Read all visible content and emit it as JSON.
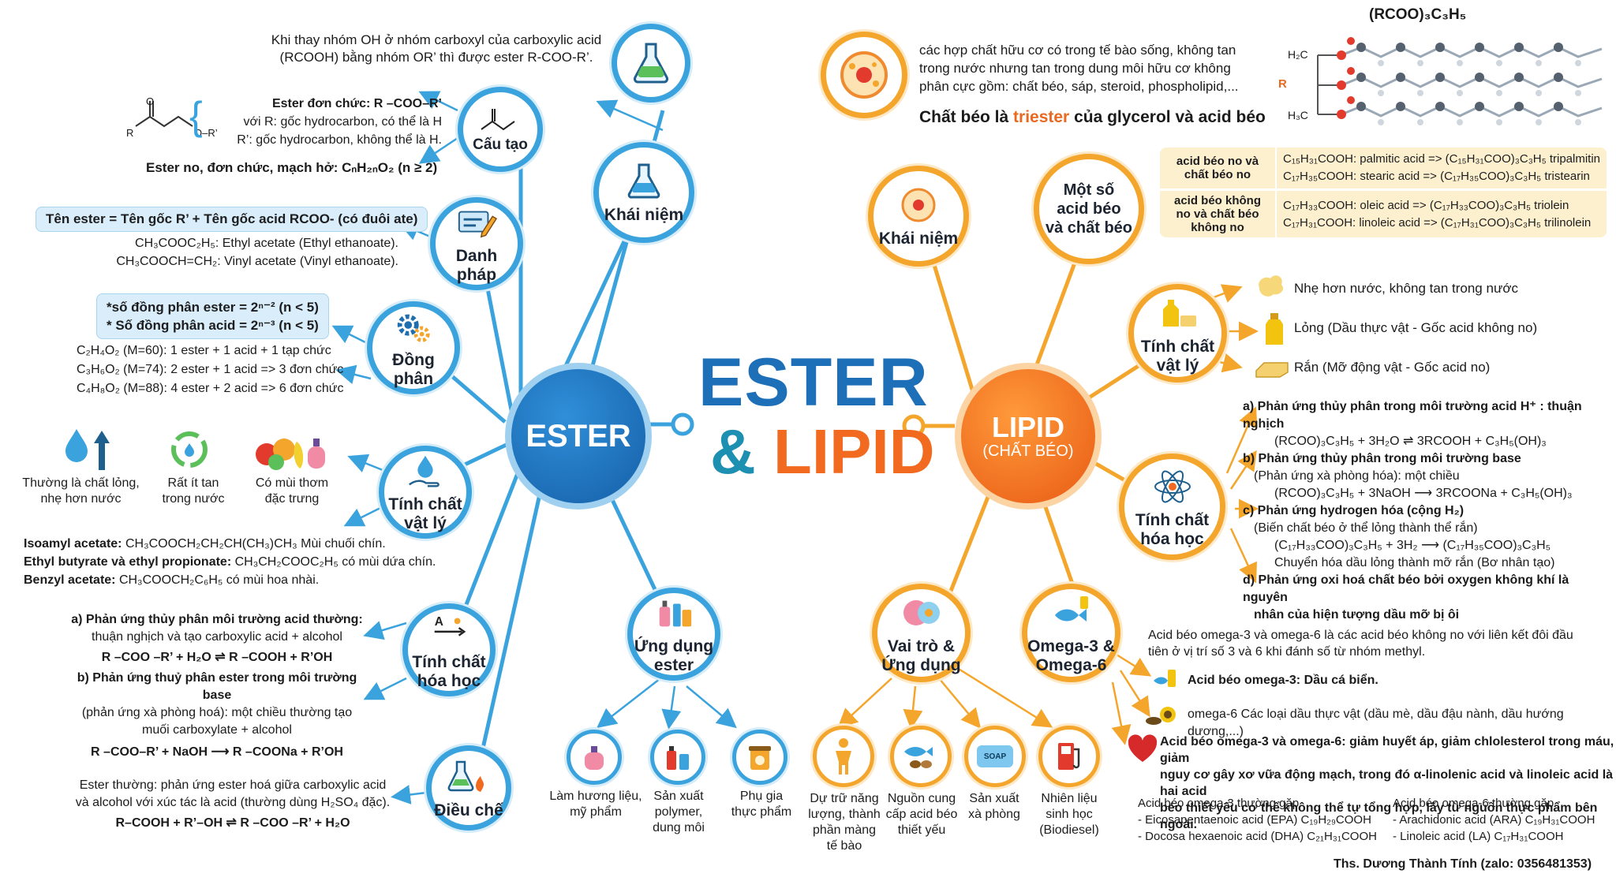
{
  "title": {
    "line1": "ESTER",
    "line2_amp": "&",
    "line2": "LIPID"
  },
  "ester_center": "ESTER",
  "lipid_center": {
    "line1": "LIPID",
    "line2": "(CHẤT BÉO)"
  },
  "ester": {
    "khai_niem": {
      "label": "Khái niệm",
      "text": "Khi thay nhóm OH ở nhóm carboxyl của carboxylic acid (RCOOH) bằng nhóm OR’ thì được ester R-COO-R’."
    },
    "cau_tao": {
      "label": "Cấu tạo",
      "don_chuc": "Ester đơn chức: R –COO–R’",
      "voi_r": "với R: gốc hydrocarbon, có thể là H",
      "r_phay": "R’: gốc hydrocarbon, không thể là H.",
      "no_don_chuc": "Ester no, đơn chức, mạch hở: CₙH₂ₙO₂ (n ≥ 2)",
      "struct_r": "R",
      "struct_o": "O",
      "struct_or": "O–R’"
    },
    "danh_phap": {
      "label": "Danh pháp",
      "rule": "Tên ester = Tên gốc R’ + Tên gốc acid RCOO- (có đuôi ate)",
      "ex1": "CH₃COOC₂H₅: Ethyl acetate (Ethyl ethanoate).",
      "ex2": "CH₃COOCH=CH₂: Vinyl acetate (Vinyl ethanoate)."
    },
    "dong_phan": {
      "label": "Đồng phân",
      "rule1": "*số đồng phân ester = 2ⁿ⁻² (n < 5)",
      "rule2": "* Số đồng phân acid = 2ⁿ⁻³ (n < 5)",
      "ex1": "C₂H₄O₂ (M=60): 1 ester + 1 acid + 1 tạp chức",
      "ex2": "C₃H₆O₂ (M=74): 2 ester + 1 acid => 3 đơn chức",
      "ex3": "C₄H₈O₂ (M=88): 4 ester + 2 acid => 6 đơn chức"
    },
    "vat_ly": {
      "label": "Tính chất\nvật lý",
      "p1": "Thường là chất lỏng,\nnhẹ hơn nước",
      "p2": "Rất ít tan\ntrong nước",
      "p3": "Có mùi thơm\nđặc trưng",
      "isoamyl_name": "Isoamyl acetate:",
      "isoamyl": " CH₃COOCH₂CH₂CH(CH₃)CH₃ Mùi chuối chín.",
      "ethyl_name": "Ethyl butyrate và ethyl propionate:",
      "ethyl": " CH₃CH₂COOC₂H₅ có mùi dứa chín.",
      "benzyl_name": "Benzyl acetate:",
      "benzyl": " CH₃COOCH₂C₆H₅ có mùi hoa nhài."
    },
    "hoa_hoc": {
      "label": "Tính chất\nhóa học",
      "a1": "a) Phản ứng thủy phân môi trường acid thường:",
      "a2": "thuận nghịch và tạo carboxylic acid + alcohol",
      "a3": "R –COO –R’ + H₂O ⇌ R –COOH + R’OH",
      "b1": "b) Phản ứng thuỷ phân ester trong môi trường base",
      "b2": "(phản ứng xà phòng hoá): một chiều thường tạo",
      "b3": "muối carboxylate + alcohol",
      "b4": "R –COO–R’ + NaOH ⟶ R –COONa + R’OH"
    },
    "dieu_che": {
      "label": "Điều chế",
      "t1": "Ester thường: phản ứng ester hoá giữa carboxylic acid",
      "t2": "và alcohol với xúc tác là acid (thường dùng H₂SO₄ đặc).",
      "t3": "R–COOH + R’–OH ⇌ R –COO –R’ + H₂O"
    },
    "ung_dung": {
      "label": "Ứng dụng\nester",
      "a1": "Làm hương liệu,\nmỹ phẩm",
      "a2": "Sản xuất\npolymer,\ndung môi",
      "a3": "Phụ gia\nthực phẩm"
    }
  },
  "lipid": {
    "khai_niem": {
      "label": "Khái niệm",
      "t1": "các hợp chất hữu cơ có trong tế bào sống, không tan",
      "t2": "trong nước nhưng tan trong dung môi hữu cơ không",
      "t3": "phân cực gồm: chất béo, sáp, steroid, phospholipid,...",
      "def_a": "Chất béo là ",
      "def_b": "triester",
      "def_c": " của glycerol và acid béo",
      "formula": "(RCOO)₃C₃H₅",
      "h2c": "H₂C",
      "h3c": "H₃C",
      "r": "R"
    },
    "acid_beo": {
      "label": "Một số\nacid béo\nvà chất béo",
      "g1": "acid béo no và\nchất béo no",
      "g1r1": "C₁₅H₃₁COOH: palmitic acid => (C₁₅H₃₁COO)₃C₃H₅ tripalmitin",
      "g1r2": "C₁₇H₃₅COOH: stearic acid => (C₁₇H₃₅COO)₃C₃H₅ tristearin",
      "g2": "acid béo không\nno và chất béo\nkhông no",
      "g2r1": "C₁₇H₃₃COOH: oleic acid => (C₁₇H₃₃COO)₃C₃H₅ triolein",
      "g2r2": "C₁₇H₃₁COOH: linoleic acid => (C₁₇H₃₁COO)₃C₃H₅ trilinolein"
    },
    "vat_ly": {
      "label": "Tính chất\nvật lý",
      "p1": "Nhẹ hơn nước, không tan trong nước",
      "p2": "Lỏng (Dầu thực vật - Gốc acid không no)",
      "p3": "Rắn (Mỡ động vật - Gốc acid no)"
    },
    "hoa_hoc": {
      "label": "Tính chất\nhóa học",
      "a1": "a) Phản ứng thủy phân trong môi trường acid H⁺ : thuận nghịch",
      "a2": "(RCOO)₃C₃H₅ + 3H₂O ⇌ 3RCOOH + C₃H₅(OH)₃",
      "b1": "b) Phản ứng thủy phân trong môi trường base",
      "b2": "(Phản ứng xà phòng hóa): một chiều",
      "b3": "(RCOO)₃C₃H₅ + 3NaOH ⟶ 3RCOONa + C₃H₅(OH)₃",
      "c1": "c) Phản ứng hydrogen hóa (cộng H₂)",
      "c2": "(Biến chất béo ở thể lỏng thành thể rắn)",
      "c3": "(C₁₇H₃₃COO)₃C₃H₅ + 3H₂ ⟶ (C₁₇H₃₅COO)₃C₃H₅",
      "c4": "Chuyển hóa dầu lỏng thành mỡ rắn (Bơ nhân tạo)",
      "d1": "d) Phản ứng oxi hoá chất béo bởi oxygen không khí là nguyên",
      "d2": "nhân của hiện tượng dầu mỡ bị ôi"
    },
    "omega": {
      "label": "Omega-3 &\nOmega-6",
      "intro1": "Acid béo omega-3 và omega-6 là các acid béo không no với liên kết đôi đầu",
      "intro2": "tiên ở vị trí số 3 và 6 khi đánh số từ nhóm methyl.",
      "o3": "Acid béo omega-3: Dầu cá biển.",
      "o6": "omega-6 Các loại dầu thực vật (dầu mè, dầu đậu nành, dầu hướng dương,...)",
      "benefit1": "Acid béo omega-3 và omega-6: giảm huyết áp, giảm chlolesterol trong máu, giảm",
      "benefit2": "nguy cơ gây xơ vữa động mạch, trong đó α-linolenic acid và linoleic acid là hai acid",
      "benefit3": "béo thiết yếu cơ thể không thể tự tổng hợp, lấy từ nguồn thực phẩm bên ngoài.",
      "o3_head": "Acid béo omega-3 thường gặp",
      "o3_1": "- Eicosapentaenoic acid (EPA) C₁₉H₂₉COOH",
      "o3_2": "- Docosa hexaenoic acid (DHA) C₂₁H₃₁COOH",
      "o6_head": "Acid béo omega-6 thường gặp",
      "o6_1": "- Arachidonic acid (ARA) C₁₉H₃₁COOH",
      "o6_2": "- Linoleic acid (LA) C₁₇H₃₁COOH"
    },
    "vai_tro": {
      "label": "Vai trò &\nỨng dụng",
      "a1": "Dự trữ năng\nlượng, thành\nphần màng\ntế bào",
      "a2": "Nguồn cung\ncấp acid béo\nthiết yếu",
      "a3": "Sản xuất\nxà phòng",
      "a4": "Nhiên liệu\nsinh học\n(Biodiesel)",
      "soap": "SOAP"
    }
  },
  "author": "Ths. Dương Thành Tính (zalo: 0356481353)",
  "colors": {
    "blue": "#1f7fc6",
    "blue_light": "#3aa3de",
    "orange": "#f07a22",
    "orange_light": "#f4a52c",
    "title_blue": "#1d6fb8",
    "title_orange": "#f26a1f"
  }
}
